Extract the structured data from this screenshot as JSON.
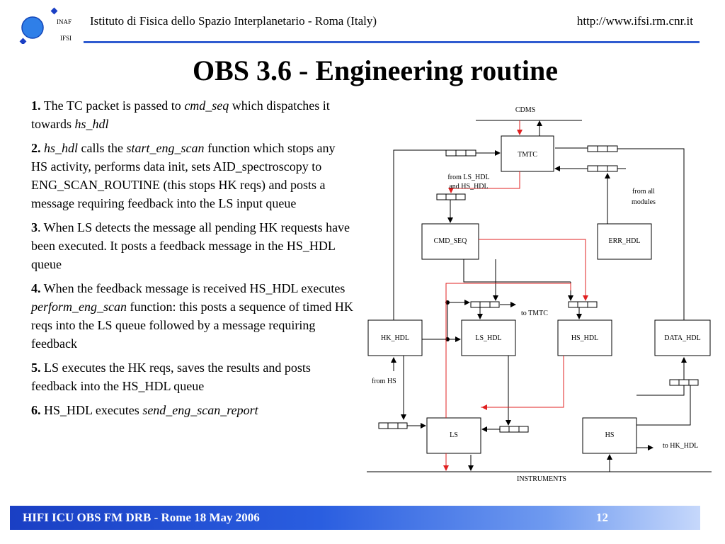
{
  "header": {
    "logo_text_top": "INAF",
    "logo_text_bottom": "IFSI",
    "institute": "Istituto di Fisica dello Spazio Interplanetario - Roma (Italy)",
    "url": "http://www.ifsi.rm.cnr.it"
  },
  "title": "OBS 3.6 - Engineering routine",
  "steps": [
    {
      "num": "1.",
      "parts": [
        "The TC packet is passed to ",
        "cmd_seq",
        " which dispatches it towards ",
        "hs_hdl"
      ]
    },
    {
      "num": "2.",
      "parts": [
        "hs_hdl",
        " calls the ",
        "start_eng_scan",
        " function which stops any HS activity, performs data init, sets AID_spectroscopy to ENG_SCAN_ROUTINE (this stops HK reqs) and posts a message requiring feedback into the LS input queue"
      ]
    },
    {
      "num": "3",
      "parts": [
        ". When LS detects the message all pending HK requests have been executed. It posts a feedback message in the HS_HDL queue"
      ]
    },
    {
      "num": "4.",
      "parts": [
        " When the feedback message is received HS_HDL executes ",
        "perform_eng_scan",
        " function: this posts a sequence of timed HK reqs into the LS queue followed by a message requiring feedback"
      ]
    },
    {
      "num": "5.",
      "parts": [
        " LS executes the HK reqs, saves the results and posts feedback into the HS_HDL queue"
      ]
    },
    {
      "num": "6.",
      "parts": [
        " HS_HDL executes ",
        "send_eng_scan_report"
      ]
    }
  ],
  "diagram": {
    "cdms": "CDMS",
    "tmtc": "TMTC",
    "from_ls_hdl_1": "from LS_HDL",
    "from_ls_hdl_2": "and HS_HDL",
    "from_all_1": "from all",
    "from_all_2": "modules",
    "cmd_seq": "CMD_SEQ",
    "err_hdl": "ERR_HDL",
    "to_tmtc": "to TMTC",
    "hk_hdl": "HK_HDL",
    "ls_hdl": "LS_HDL",
    "hs_hdl": "HS_HDL",
    "data_hdl": "DATA_HDL",
    "from_hs": "from HS",
    "ls": "LS",
    "hs": "HS",
    "to_hk_hdl": "to HK_HDL",
    "instruments": "INSTRUMENTS"
  },
  "colors": {
    "accent": "#2f5bd0",
    "flow_red": "#e02020",
    "footer_blue": "#1a3fc4"
  },
  "footer": {
    "text": "HIFI ICU OBS FM DRB - Rome 18 May 2006",
    "page": "12"
  }
}
